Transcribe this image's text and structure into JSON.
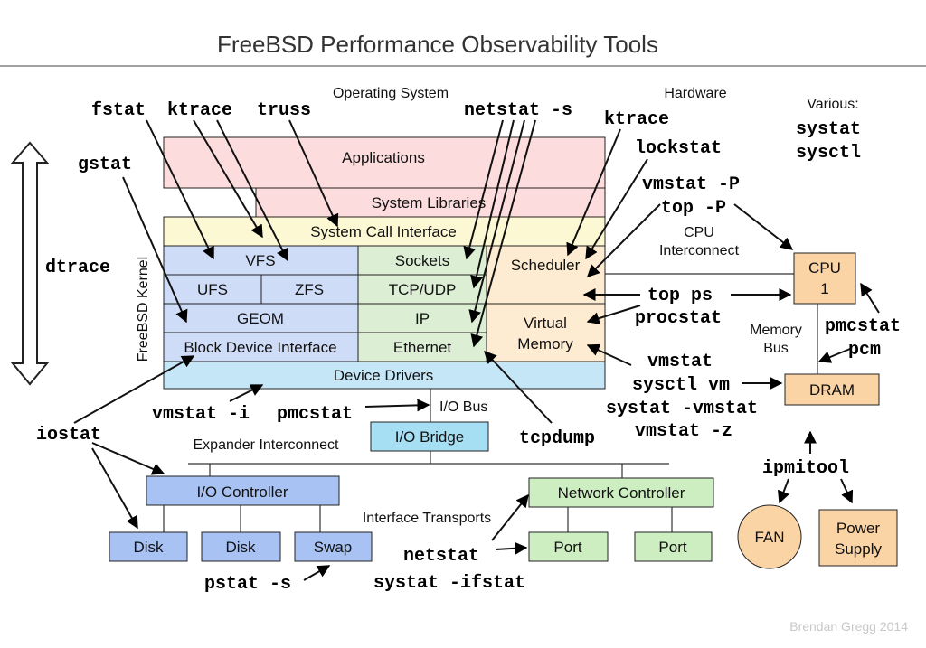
{
  "title": "FreeBSD Performance Observability Tools",
  "credit": "Brendan Gregg 2014",
  "headings": {
    "operating_system": "Operating System",
    "hardware": "Hardware",
    "various": "Various:",
    "kernel": "FreeBSD Kernel",
    "cpu_interconnect_1": "CPU",
    "cpu_interconnect_2": "Interconnect",
    "memory_bus_1": "Memory",
    "memory_bus_2": "Bus",
    "io_bus": "I/O Bus",
    "expander_interconnect": "Expander Interconnect",
    "interface_transports": "Interface Transports"
  },
  "layers": {
    "applications": "Applications",
    "system_libraries": "System Libraries",
    "system_call_interface": "System Call Interface",
    "vfs": "VFS",
    "ufs": "UFS",
    "zfs": "ZFS",
    "geom": "GEOM",
    "block_device_interface": "Block Device Interface",
    "sockets": "Sockets",
    "tcp_udp": "TCP/UDP",
    "ip": "IP",
    "ethernet": "Ethernet",
    "scheduler": "Scheduler",
    "virtual_memory_1": "Virtual",
    "virtual_memory_2": "Memory",
    "device_drivers": "Device Drivers"
  },
  "hardware": {
    "cpu_1": "CPU",
    "cpu_2": "1",
    "dram": "DRAM",
    "io_bridge": "I/O Bridge",
    "io_controller": "I/O Controller",
    "network_controller": "Network Controller",
    "disk_1": "Disk",
    "disk_2": "Disk",
    "swap": "Swap",
    "port_1": "Port",
    "port_2": "Port",
    "fan": "FAN",
    "power_supply_1": "Power",
    "power_supply_2": "Supply"
  },
  "tools": {
    "fstat": "fstat",
    "ktrace_os": "ktrace",
    "truss": "truss",
    "netstat_s": "netstat -s",
    "ktrace_hw": "ktrace",
    "lockstat": "lockstat",
    "vmstat_p": "vmstat -P",
    "top_p": "top -P",
    "systat": "systat",
    "sysctl": "sysctl",
    "gstat": "gstat",
    "dtrace": "dtrace",
    "top_ps": "top ps",
    "procstat": "procstat",
    "pmcstat_hw": "pmcstat",
    "pcm": "pcm",
    "vmstat": "vmstat",
    "sysctl_vm": "sysctl vm",
    "systat_vmstat": "systat -vmstat",
    "vmstat_z": "vmstat -z",
    "iostat": "iostat",
    "vmstat_i": "vmstat -i",
    "pmcstat_io": "pmcstat",
    "tcpdump": "tcpdump",
    "ipmitool": "ipmitool",
    "netstat": "netstat",
    "systat_ifstat": "systat -ifstat",
    "pstat_s": "pstat -s"
  },
  "colors": {
    "applications": "#fcdcdc",
    "system_libraries": "#fcdcdc",
    "syscall": "#fdf8d4",
    "vfs_block": "#cfdcf7",
    "network": "#dcefd4",
    "scheduler_vm": "#fdebd2",
    "device_drivers": "#c5e6f7",
    "io_bridge": "#a6dff4",
    "io_controller": "#a8c2f4",
    "network_controller": "#cdeec0",
    "hw_orange": "#fbd4a6"
  }
}
